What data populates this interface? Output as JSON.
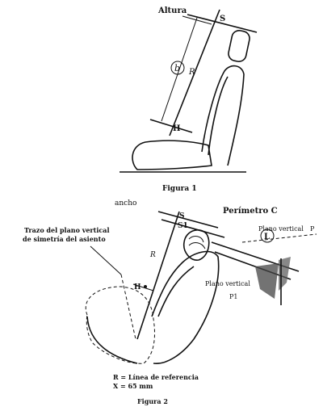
{
  "figure1": {
    "caption": "Figura 1",
    "label_altura": "Altura",
    "label_s": "S",
    "label_h": "H",
    "label_r": "R",
    "label_b": "b"
  },
  "figure2": {
    "caption": "Figura 2",
    "label_ancho": "ancho",
    "label_perimetro": "Perímetro C",
    "label_s": "S",
    "label_s1": "S1",
    "label_l": "L",
    "label_r": "R",
    "label_h": "H",
    "label_plano_p": "Plano vertical",
    "label_p": "P",
    "label_plano_p1": "Plano vertical",
    "label_p1": "P1",
    "trazo_line1": "Trazo del plano vertical",
    "trazo_line2": "de simetría del asiento",
    "legend_r": "R = Línea de referencia",
    "legend_x": "X = 65 mm"
  }
}
